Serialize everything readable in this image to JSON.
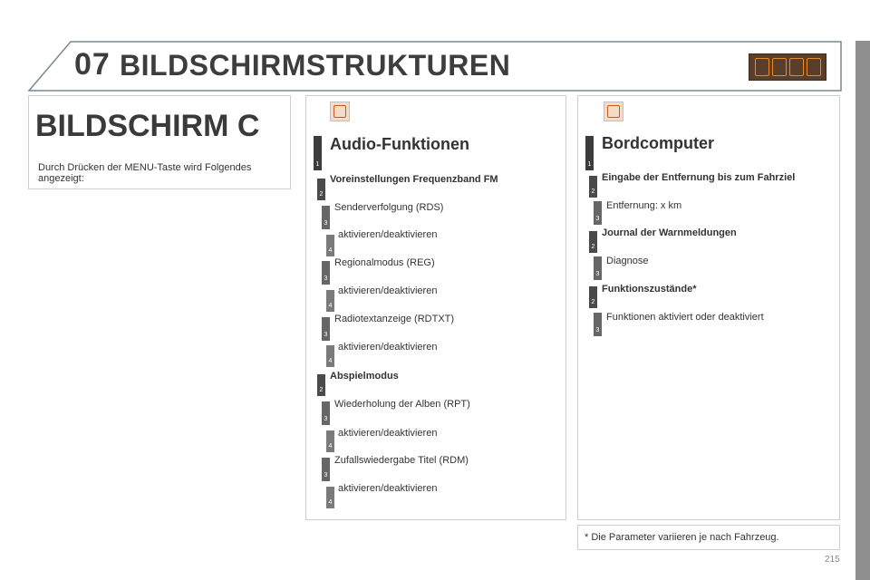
{
  "header": {
    "chapter_number": "07",
    "chapter_title": "BILDSCHIRMSTRUKTUREN",
    "icons": [
      "radio-icon",
      "fuel-icon",
      "phone-icon",
      "trip-computer-icon"
    ]
  },
  "left_panel": {
    "title": "BILDSCHIRM C",
    "description": "Durch Drücken der MENU-Taste wird Folgendes angezeigt:"
  },
  "audio": {
    "icon": "audio-menu-icon",
    "title": "Audio-Funktionen",
    "level1": "1",
    "items": [
      {
        "level": "2",
        "label": "Voreinstellungen Frequenzband FM",
        "bold": true
      },
      {
        "level": "3",
        "label": "Senderverfolgung (RDS)"
      },
      {
        "level": "4",
        "label": "aktivieren/deaktivieren"
      },
      {
        "level": "3",
        "label": "Regionalmodus (REG)"
      },
      {
        "level": "4",
        "label": "aktivieren/deaktivieren"
      },
      {
        "level": "3",
        "label": "Radiotextanzeige (RDTXT)"
      },
      {
        "level": "4",
        "label": "aktivieren/deaktivieren"
      },
      {
        "level": "2",
        "label": "Abspielmodus",
        "bold": true
      },
      {
        "level": "3",
        "label": "Wiederholung der Alben (RPT)"
      },
      {
        "level": "4",
        "label": "aktivieren/deaktivieren"
      },
      {
        "level": "3",
        "label": "Zufallswiedergabe Titel (RDM)"
      },
      {
        "level": "4",
        "label": "aktivieren/deaktivieren"
      }
    ]
  },
  "bordcomputer": {
    "icon": "trip-computer-menu-icon",
    "title": "Bordcomputer",
    "level1": "1",
    "items": [
      {
        "level": "2",
        "label": "Eingabe der Entfernung bis zum Fahrziel",
        "bold": true
      },
      {
        "level": "3",
        "label": "Entfernung: x km"
      },
      {
        "level": "2",
        "label": "Journal der Warnmeldungen",
        "bold": true
      },
      {
        "level": "3",
        "label": "Diagnose"
      },
      {
        "level": "2",
        "label": "Funktionszustände*",
        "bold": true
      },
      {
        "level": "3",
        "label": "Funktionen aktiviert oder deaktiviert"
      }
    ]
  },
  "footnote": "* Die Parameter variieren je nach Fahrzeug.",
  "page_number": "215",
  "colors": {
    "title_gray": "#3d3d3d",
    "icon_orange": "#e58a2d",
    "level_bar": "#4a4a4a"
  }
}
